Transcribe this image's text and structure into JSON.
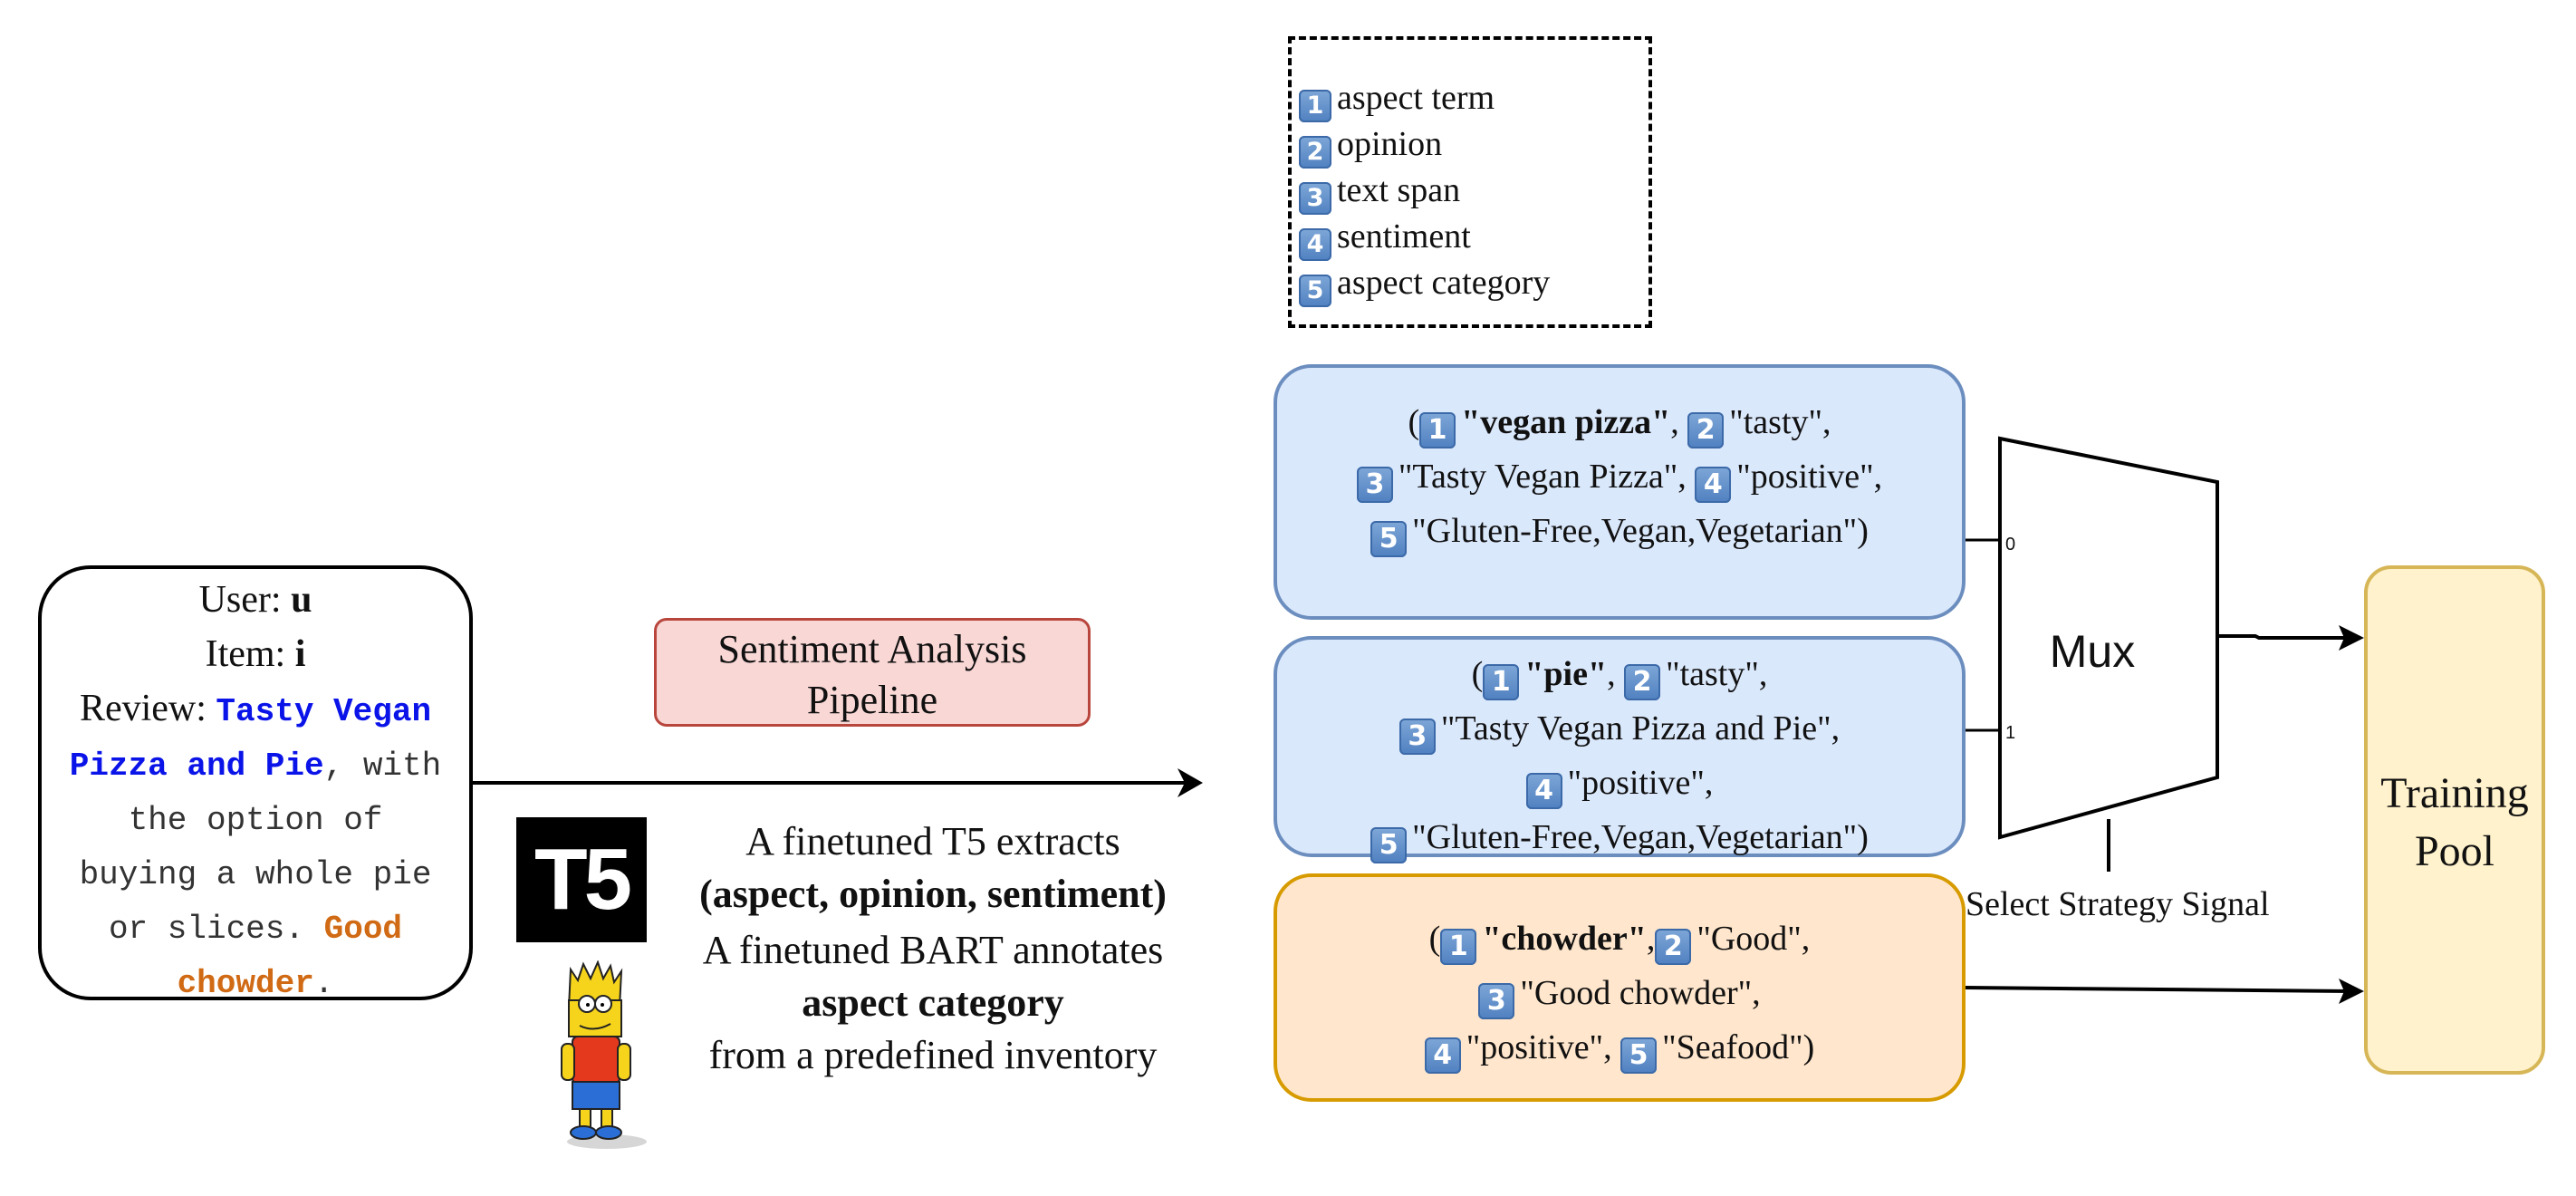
{
  "review_box": {
    "user_label": "User:",
    "user_value": "u",
    "item_label": "Item:",
    "item_value": "i",
    "review_label": "Review:",
    "review_kw1": "Tasty Vegan",
    "review_kw1b": "Pizza and Pie",
    "review_t1": ", with",
    "review_t2": "the option of",
    "review_t3": "buying a whole pie",
    "review_t4": "or slices.",
    "review_kw2": "Good",
    "review_kw2b": "chowder",
    "review_t5": "."
  },
  "pipeline": {
    "line1": "Sentiment Analysis",
    "line2": "Pipeline"
  },
  "t5_logo": "T5",
  "description": {
    "line1": "A finetuned T5 extracts",
    "line2": "(aspect, opinion, sentiment)",
    "line3": "A finetuned BART annotates",
    "line4": "aspect category",
    "line5": "from a predefined inventory"
  },
  "legend": {
    "items": [
      {
        "num": "1",
        "label": "aspect term"
      },
      {
        "num": "2",
        "label": "opinion"
      },
      {
        "num": "3",
        "label": "text span"
      },
      {
        "num": "4",
        "label": "sentiment"
      },
      {
        "num": "5",
        "label": "aspect category"
      }
    ]
  },
  "tuple_a": {
    "open": "(",
    "aspect": "\"vegan pizza\"",
    "sep1": ",",
    "opinion": "\"tasty\",",
    "span": "\"Tasty Vegan Pizza\",",
    "sentiment": "\"positive\",",
    "category": "\"Gluten-Free,Vegan,Vegetarian\")"
  },
  "tuple_b": {
    "open": "(",
    "aspect": "\"pie\"",
    "sep1": ",",
    "opinion": "\"tasty\",",
    "span": "\"Tasty Vegan Pizza and Pie\",",
    "sentiment": "\"positive\",",
    "category": "\"Gluten-Free,Vegan,Vegetarian\")"
  },
  "tuple_c": {
    "open": "(",
    "aspect": "\"chowder\"",
    "sep1": ",",
    "opinion": "\"Good\",",
    "span": "\"Good chowder\",",
    "sentiment": "\"positive\",",
    "category": "\"Seafood\")"
  },
  "mux": {
    "label": "Mux",
    "port0": "0",
    "port1": "1",
    "signal": "Select Strategy Signal"
  },
  "training_pool": {
    "line1": "Training",
    "line2": "Pool"
  }
}
